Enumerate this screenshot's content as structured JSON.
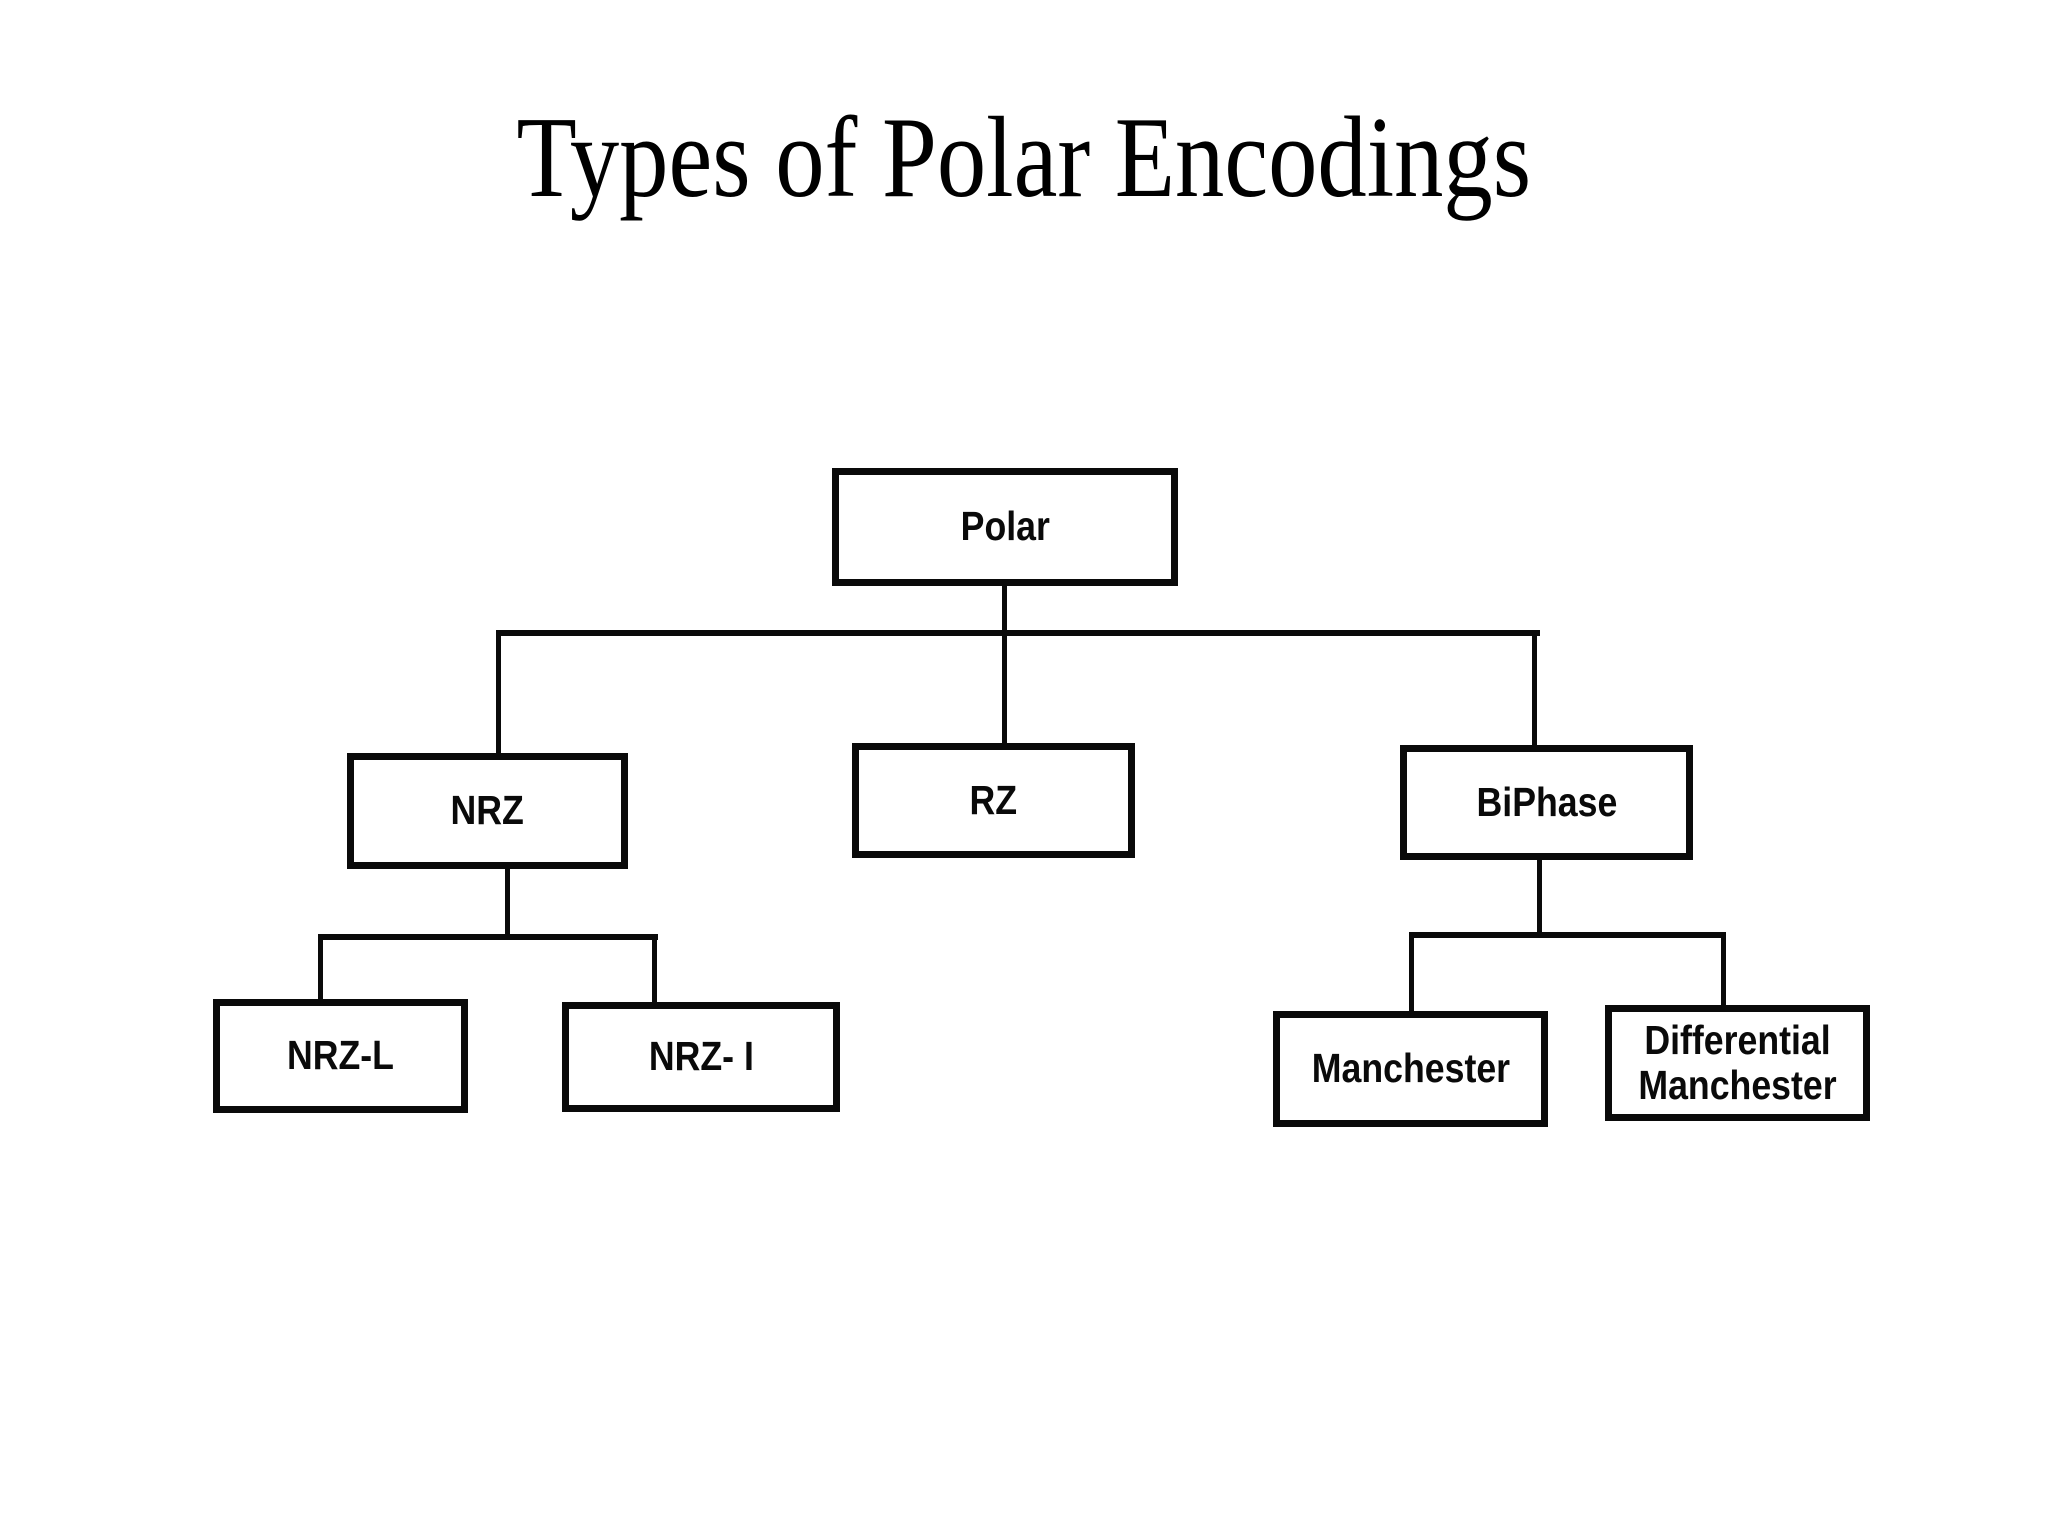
{
  "title": "Types of Polar Encodings",
  "colors": {
    "background": "#ffffff",
    "line": "#0a0a0a",
    "text": "#000000"
  },
  "nodes": {
    "polar": {
      "label": "Polar"
    },
    "nrz": {
      "label": "NRZ"
    },
    "rz": {
      "label": "RZ"
    },
    "biphase": {
      "label": "BiPhase"
    },
    "nrzl": {
      "label": "NRZ-L"
    },
    "nrzi": {
      "label": "NRZ- I"
    },
    "manchester": {
      "label": "Manchester"
    },
    "diff_manchester": {
      "label": "Differential Manchester"
    }
  },
  "edges": [
    [
      "Polar",
      "NRZ"
    ],
    [
      "Polar",
      "RZ"
    ],
    [
      "Polar",
      "BiPhase"
    ],
    [
      "NRZ",
      "NRZ-L"
    ],
    [
      "NRZ",
      "NRZ- I"
    ],
    [
      "BiPhase",
      "Manchester"
    ],
    [
      "BiPhase",
      "Differential Manchester"
    ]
  ]
}
